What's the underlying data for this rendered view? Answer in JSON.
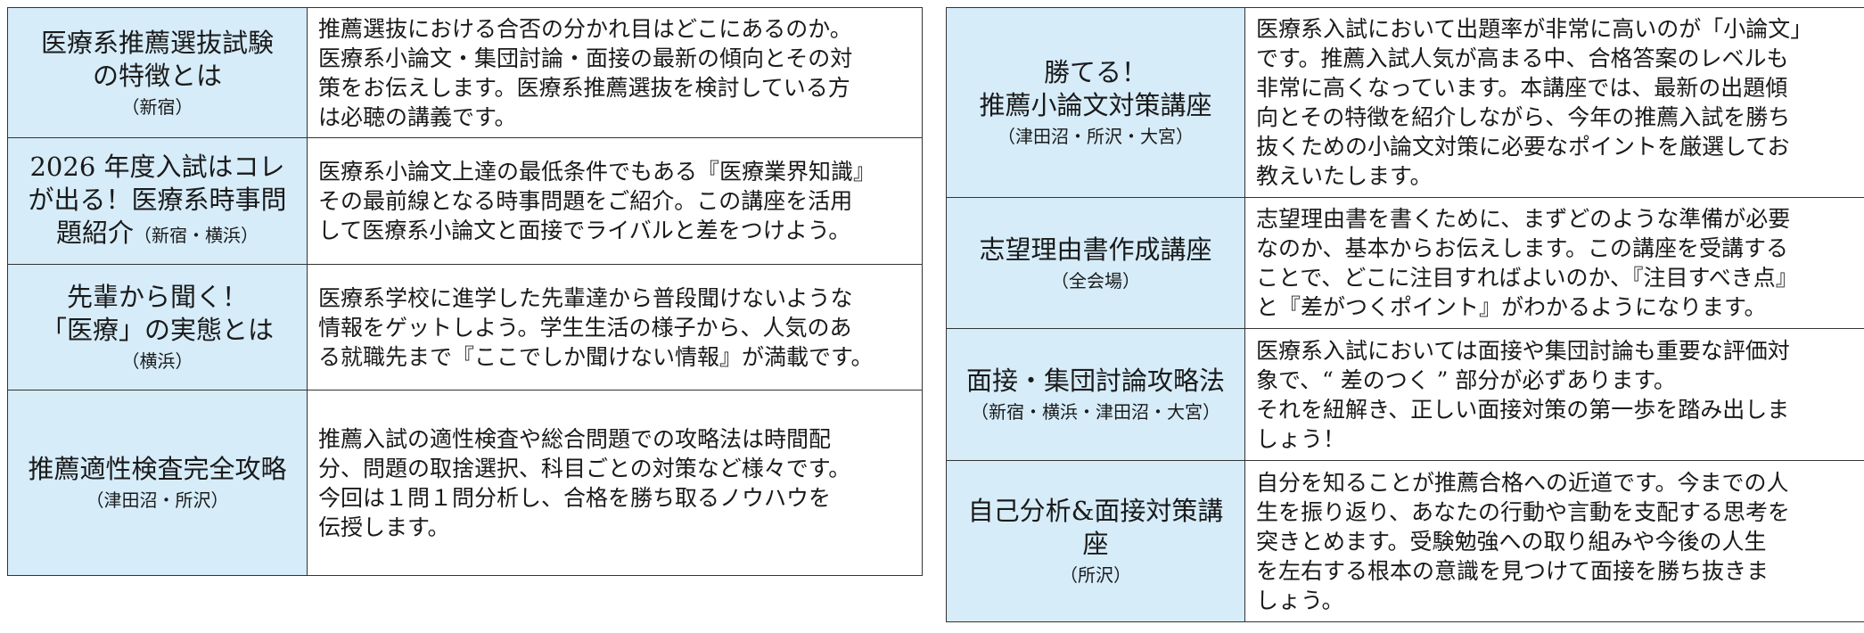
{
  "left_courses": [
    {
      "title_lines": [
        "医療系推薦選抜試験",
        "の特徴とは"
      ],
      "venue": "（新宿）",
      "description": "推薦選抜における合否の分かれ目はどこにあるのか。\n医療系小論文・集団討論・面接の最新の傾向とその対\n策をお伝えします。医療系推薦選抜を検討している方\nは必聴の講義です。"
    },
    {
      "title_lines": [
        "2026 年度入試はコレ",
        "が出る！医療系時事問",
        "題紹介"
      ],
      "venue": "（新宿・横浜）",
      "description": "医療系小論文上達の最低条件でもある『医療業界知識』\nその最前線となる時事問題をご紹介。この講座を活用\nして医療系小論文と面接でライバルと差をつけよう。"
    },
    {
      "title_lines": [
        "先輩から聞く！",
        "「医療」の実態とは"
      ],
      "venue": "（横浜）",
      "description": "医療系学校に進学した先輩達から普段聞けないような\n情報をゲットしよう。学生生活の様子から、人気のあ\nる就職先まで『ここでしか聞けない情報』が満載です。"
    },
    {
      "title_lines": [
        "推薦適性検査完全攻略"
      ],
      "venue": "（津田沼・所沢）",
      "description": "推薦入試の適性検査や総合問題での攻略法は時間配\n分、問題の取捨選択、科目ごとの対策など様々です。\n今回は１問１問分析し、合格を勝ち取るノウハウを\n伝授します。"
    }
  ],
  "right_courses": [
    {
      "title_lines": [
        "勝てる！",
        "推薦小論文対策講座"
      ],
      "venue": "（津田沼・所沢・大宮）",
      "description": "医療系入試において出題率が非常に高いのが「小論文」\nです。推薦入試人気が高まる中、合格答案のレベルも\n非常に高くなっています。本講座では、最新の出題傾\n向とその特徴を紹介しながら、今年の推薦入試を勝ち\n抜くための小論文対策に必要なポイントを厳選してお\n教えいたします。"
    },
    {
      "title_lines": [
        "志望理由書作成講座"
      ],
      "venue": "（全会場）",
      "description": "志望理由書を書くために、まずどのような準備が必要\nなのか、基本からお伝えします。この講座を受講する\nことで、どこに注目すればよいのか、『注目すべき点』\nと『差がつくポイント』がわかるようになります。"
    },
    {
      "title_lines": [
        "面接・集団討論攻略法"
      ],
      "venue": "（新宿・横浜・津田沼・大宮）",
      "description": "医療系入試においては面接や集団討論も重要な評価対\n象で、“ 差のつく ” 部分が必ずあります。\nそれを紐解き、正しい面接対策の第一歩を踏み出しま\nしょう！"
    },
    {
      "title_lines": [
        "自己分析&面接対策講座"
      ],
      "venue": "（所沢）",
      "description": "自分を知ることが推薦合格への近道です。今までの人\n生を振り返り、あなたの行動や言動を支配する思考を\n突きとめます。受験勉強への取り組みや今後の人生\nを左右する根本の意識を見つけて面接を勝ち抜きま\nしょう。"
    }
  ]
}
